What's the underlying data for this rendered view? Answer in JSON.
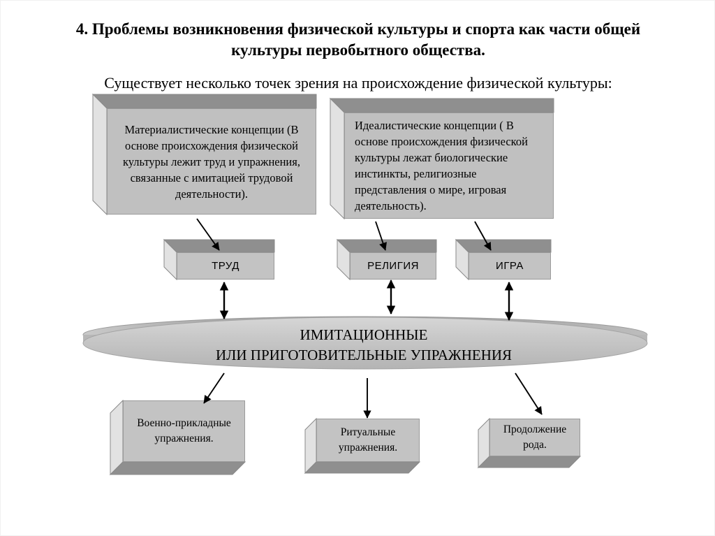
{
  "slide": {
    "title": "4. Проблемы возникновения физической культуры и спорта как части общей культуры первобытного общества.",
    "subtitle": "Существует несколько точек зрения на происхождение физической культуры:"
  },
  "concepts": [
    {
      "id": "materialistic",
      "label": "Материалистические концепции (В основе происхождения физической культуры лежит труд и упражнения, связанные с имитацией трудовой деятельности)."
    },
    {
      "id": "idealistic",
      "label": "Идеалистические концепции ( В основе происхождения физической культуры лежат биологические инстинкты, религиозные представления о мире, игровая деятельность)."
    }
  ],
  "sources": [
    {
      "id": "trud",
      "label": "ТРУД"
    },
    {
      "id": "religiya",
      "label": "РЕЛИГИЯ"
    },
    {
      "id": "igra",
      "label": "ИГРА"
    }
  ],
  "center": {
    "line1": "ИМИТАЦИОННЫЕ",
    "line2": "ИЛИ ПРИГОТОВИТЕЛЬНЫЕ УПРАЖНЕНИЯ"
  },
  "outcomes": [
    {
      "id": "military",
      "label": "Военно-прикладные упражнения."
    },
    {
      "id": "ritual",
      "label": "Ритуальные упражнения."
    },
    {
      "id": "procreation",
      "label": "Продолжение рода."
    }
  ],
  "colors": {
    "box_face": "#c0c0c0",
    "box_top_dark": "#8f8f8f",
    "box_side_light": "#e2e2e2",
    "outline": "#8a8a8a",
    "ellipse_face": "#c2c2c2",
    "ellipse_rim": "#9f9f9f",
    "arrow": "#000000",
    "text": "#000000",
    "background": "#ffffff"
  }
}
